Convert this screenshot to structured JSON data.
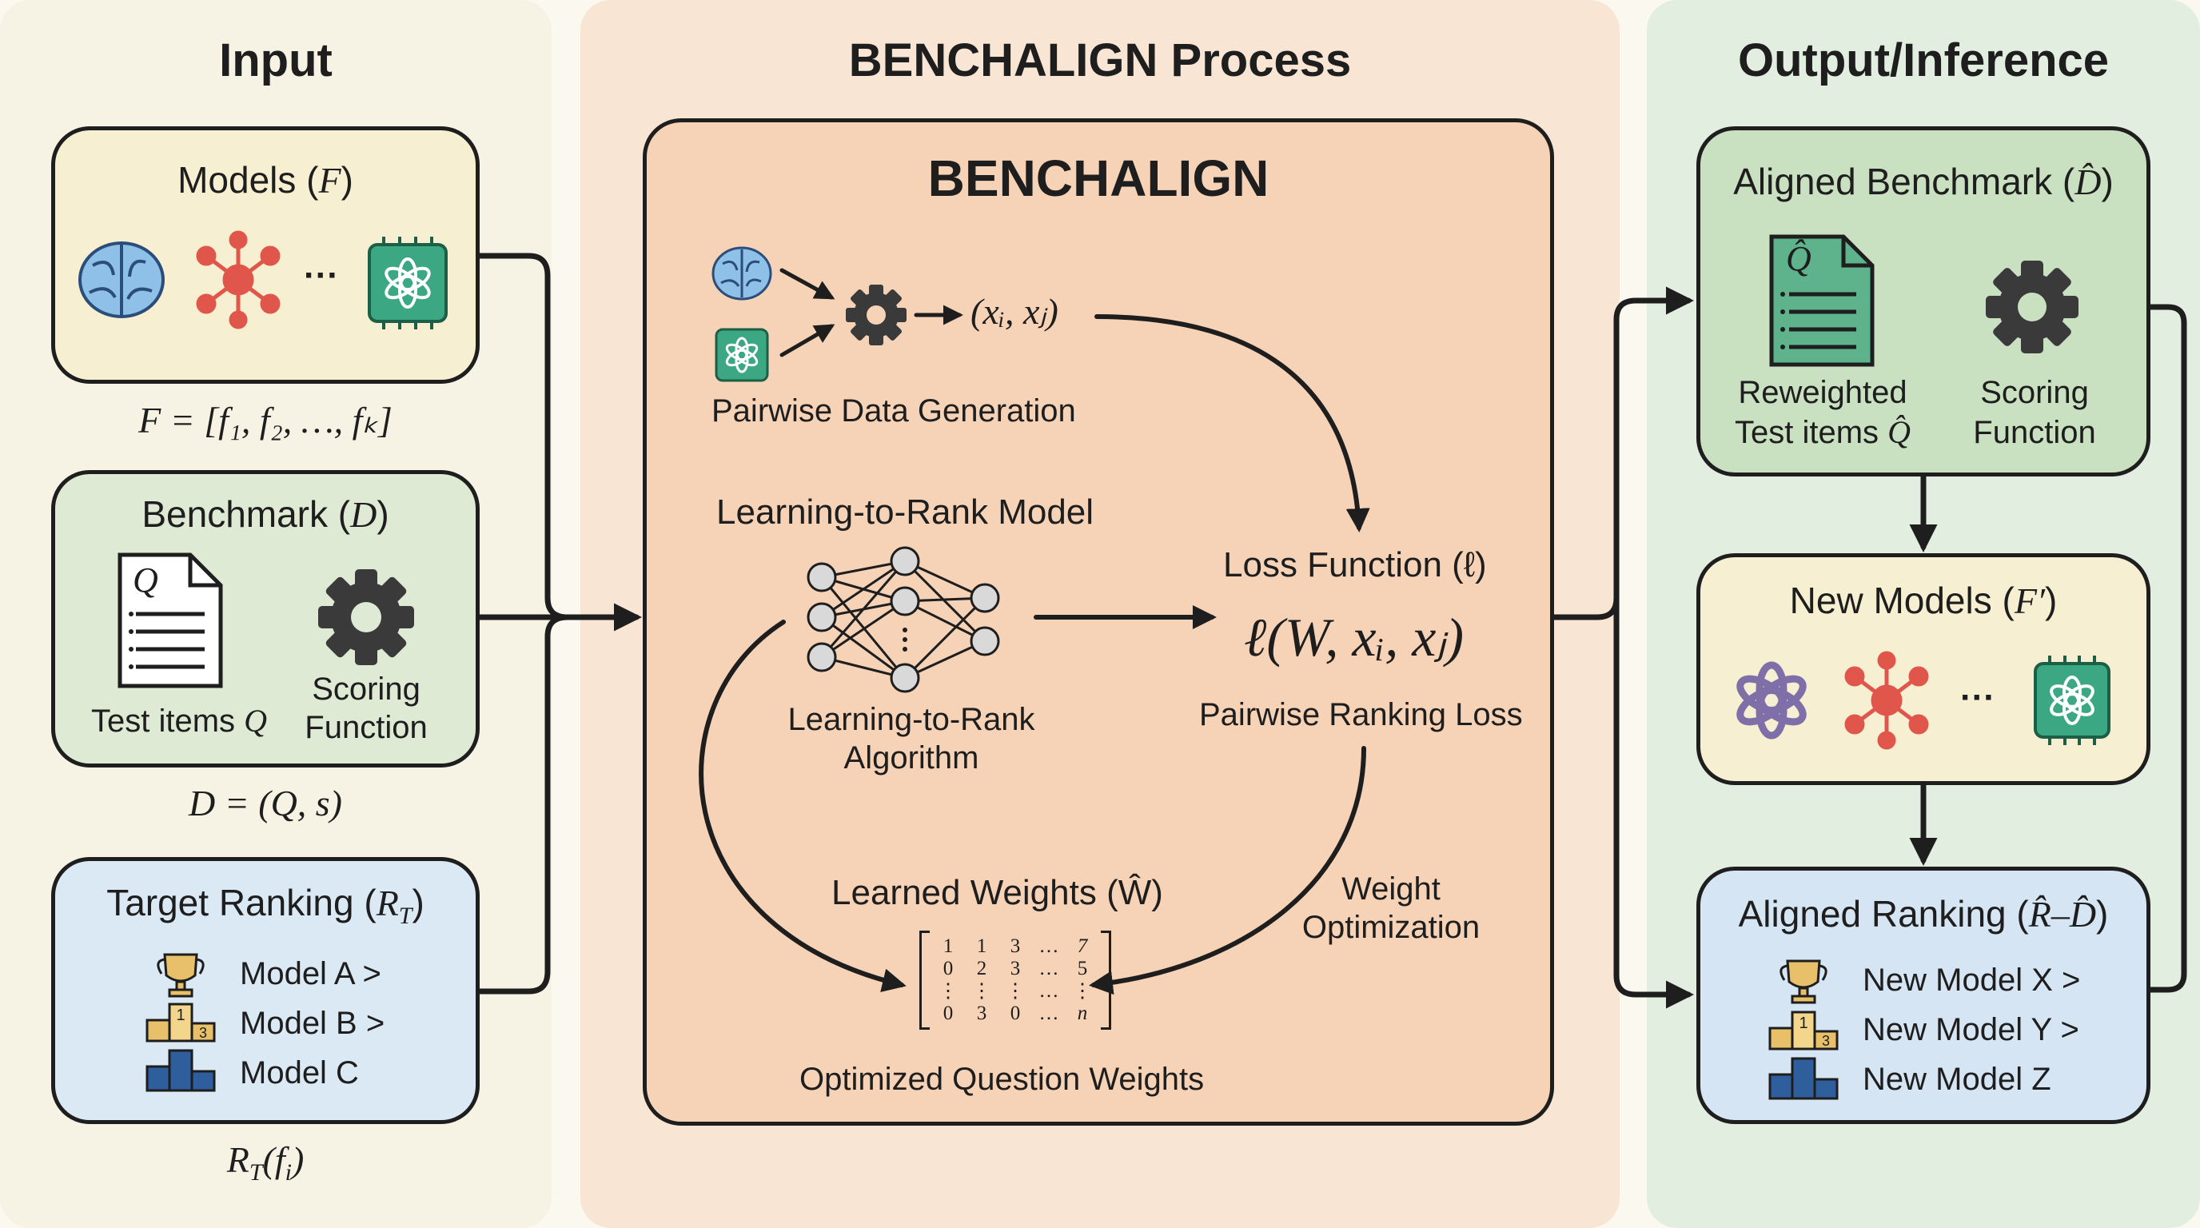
{
  "panels": {
    "input_title": "Input",
    "process_title": "BENCHALIGN Process",
    "output_title": "Output/Inference"
  },
  "input": {
    "models_label": "Models (",
    "models_sym": "F",
    "models_close": ")",
    "models_dots": "···",
    "models_formula": "F = [f₁, f₂, …, fₖ]",
    "benchmark_label": "Benchmark (",
    "benchmark_sym": "D",
    "benchmark_close": ")",
    "test_items_label": "Test items ",
    "test_items_sym": "Q",
    "scoring_line1": "Scoring",
    "scoring_line2": "Function",
    "benchmark_formula": "D = (Q, s)",
    "doc_letter": "Q",
    "target_label": "Target Ranking (",
    "target_sym": "R",
    "target_sub": "T",
    "target_close": ")",
    "rank_items": [
      "Model A >",
      "Model B >",
      "Model C"
    ],
    "target_formula_main": "R",
    "target_formula_sub": "T",
    "target_formula_rest": "(f",
    "target_formula_sub2": "i",
    "target_formula_end": ")"
  },
  "process": {
    "box_title": "BENCHALIGN",
    "pair_formula": "(xᵢ, xⱼ)",
    "pairwise_gen": "Pairwise Data Generation",
    "ltr_model": "Learning-to-Rank Model",
    "ltr_alg_line1": "Learning-to-Rank",
    "ltr_alg_line2": "Algorithm",
    "loss_label": "Loss Function (ℓ)",
    "loss_formula": "ℓ(W, xᵢ, xⱼ)",
    "pairwise_loss": "Pairwise Ranking Loss",
    "weight_opt_line1": "Weight",
    "weight_opt_line2": "Optimization",
    "learned_weights": "Learned Weights (Ŵ)",
    "matrix_rows": [
      [
        "1",
        "1",
        "3",
        "…",
        "7"
      ],
      [
        "0",
        "2",
        "3",
        "…",
        "5"
      ],
      [
        "⋮",
        "⋮",
        "⋮",
        "…",
        "⋮"
      ],
      [
        "0",
        "3",
        "0",
        "…",
        "n"
      ]
    ],
    "optimized_weights": "Optimized Question Weights"
  },
  "output": {
    "aligned_bench_label": "Aligned Benchmark (",
    "aligned_bench_sym": "D̂",
    "aligned_bench_close": ")",
    "doc_letter": "Q̂",
    "reweighted_line1": "Reweighted",
    "reweighted_line2": "Test items ",
    "reweighted_sym": "Q̂",
    "scoring_line1": "Scoring",
    "scoring_line2": "Function",
    "new_models_label": "New Models (",
    "new_models_sym": "F′",
    "new_models_close": ")",
    "new_models_dots": "···",
    "aligned_rank_label": "Aligned Ranking (",
    "aligned_rank_sym": "R̂–D̂",
    "aligned_rank_close": ")",
    "rank_items": [
      "New Model X >",
      "New Model Y >",
      "New Model Z"
    ]
  },
  "colors": {
    "input_panel": "#f7f3e4",
    "process_panel": "#f9e5d3",
    "output_panel": "#e2efe0",
    "models_box": "#f7efd2",
    "benchmark_box": "#deead3",
    "target_box": "#dbe9f5",
    "benchalign_box": "#f6d3b7",
    "aligned_bench_box": "#c9e0c1",
    "new_models_box": "#f7efd2",
    "aligned_rank_box": "#d6e5f3",
    "icon_blue": "#6aa6d8",
    "icon_red": "#e0564a",
    "icon_green": "#3ba883",
    "icon_gold": "#e9c06a",
    "icon_navy": "#2e5f9c"
  },
  "icons": [
    "brain-icon",
    "molecule-network-icon",
    "openai-chip-icon",
    "document-icon",
    "gear-icon",
    "trophy-icon",
    "podium-icon",
    "bar-chart-podium-icon",
    "neural-network-icon",
    "openai-knot-icon"
  ]
}
